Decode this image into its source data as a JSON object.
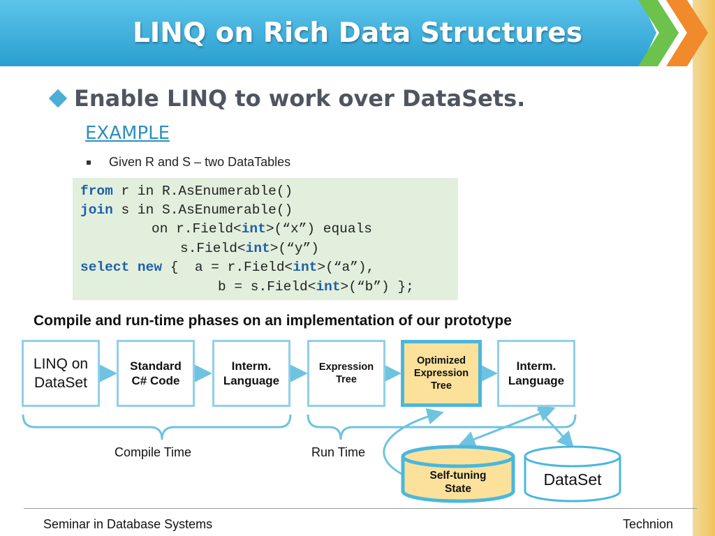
{
  "slide": {
    "title": "LINQ on Rich Data Structures",
    "main_bullet": "Enable LINQ to work over DataSets.",
    "example_heading": "EXAMPLE",
    "sub_bullet": "Given R and S – two DataTables",
    "caption": "Compile and run-time phases on an implementation of our prototype"
  },
  "code": {
    "line1_kw": "from",
    "line1_rest": " r in R.AsEnumerable()",
    "line2_kw": "join",
    "line2_rest": " s in S.AsEnumerable()",
    "line3_a": "on r.Field<",
    "line3_kw": "int",
    "line3_b": ">(“x”) equals",
    "line4_a": "s.Field<",
    "line4_kw": "int",
    "line4_b": ">(“y”)",
    "line5_kw1": "select",
    "line5_kw2": "new",
    "line5_a": " {  a = r.Field<",
    "line5_kw3": "int",
    "line5_b": ">(“a”),",
    "line6_a": "b = s.Field<",
    "line6_kw": "int",
    "line6_b": ">(“b”) };"
  },
  "diagram": {
    "boxes": [
      {
        "line1": "LINQ on",
        "line2": "DataSet"
      },
      {
        "line1": "Standard",
        "line2": "C# Code"
      },
      {
        "line1": "Interm.",
        "line2": "Language"
      },
      {
        "line1": "Expression",
        "line2": "Tree"
      },
      {
        "line1": "Optimized",
        "line2": "Expression",
        "line3": "Tree"
      },
      {
        "line1": "Interm.",
        "line2": "Language"
      }
    ],
    "compile_time": "Compile Time",
    "run_time": "Run Time",
    "state_line1": "Self-tuning",
    "state_line2": "State",
    "dataset": "DataSet"
  },
  "footer": {
    "left": "Seminar in Database Systems",
    "right": "Technion"
  },
  "colors": {
    "title_blue": "#2a9fd0",
    "accent_blue": "#4ab7dd",
    "highlight_yellow": "#fbe19a",
    "code_bg": "#e2efdd",
    "chevron_green": "#6cc24a",
    "chevron_orange": "#f08a2a"
  }
}
